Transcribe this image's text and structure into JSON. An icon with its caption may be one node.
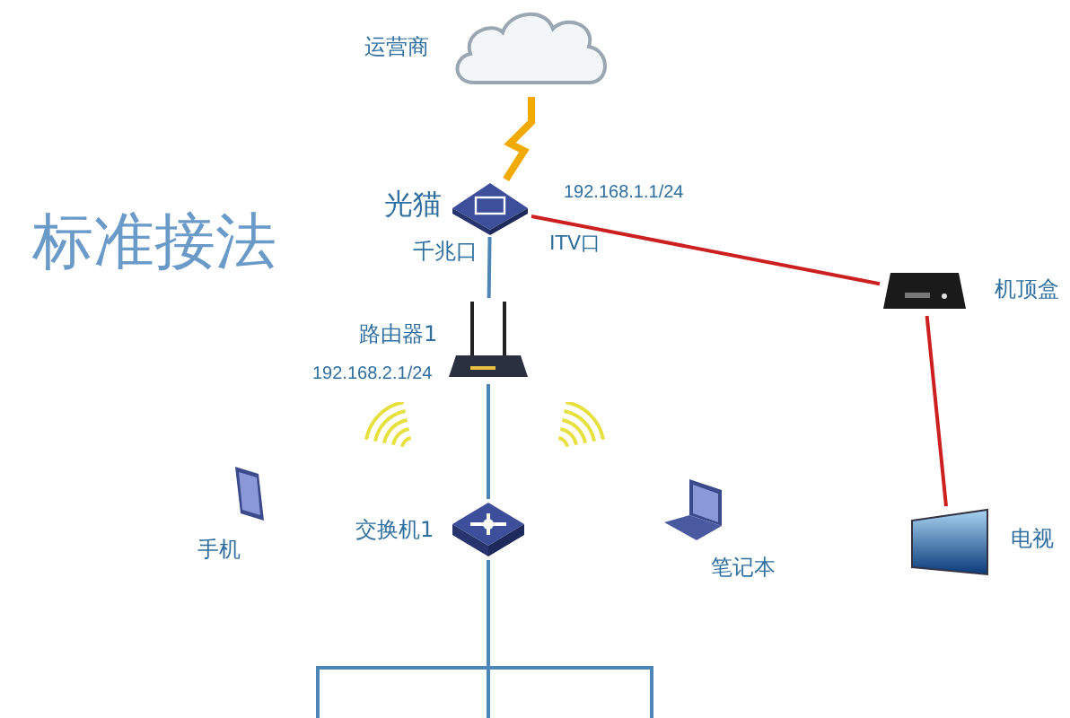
{
  "diagram": {
    "nodes": [
      {
        "text": [
          "运营商"
        ]
      },
      {
        "text": [
          "光猫",
          "192.168.1.1/24"
        ]
      },
      {
        "text": [
          "路由器1",
          "192.168.2.1/24"
        ]
      },
      {
        "text": [
          "机顶盒"
        ]
      },
      {
        "text": [
          "手机"
        ]
      },
      {
        "text": [
          "交换机1"
        ]
      },
      {
        "text": [
          "笔记本"
        ]
      },
      {
        "text": [
          "电视"
        ]
      }
    ],
    "edges": [
      {
        "from": 0,
        "to": 1,
        "arrow": "none",
        "style": "thick",
        "color": "#f2a900"
      },
      {
        "from": 1,
        "to": 2,
        "arrow": "none"
      },
      {
        "from": 1,
        "to": 3,
        "arrow": "none",
        "color": "#cc1f1f"
      },
      {
        "from": 3,
        "to": 7,
        "arrow": "none",
        "color": "#cc1f1f"
      },
      {
        "from": 2,
        "to": 5,
        "arrow": "none"
      },
      {
        "from": 5,
        "to": null,
        "arrow": "none"
      },
      {
        "from": 5,
        "to": null,
        "arrow": "none"
      },
      {
        "from": 5,
        "to": null,
        "arrow": "none"
      }
    ],
    "labels": [
      "标准接法",
      "千兆口",
      "ITV口"
    ]
  }
}
